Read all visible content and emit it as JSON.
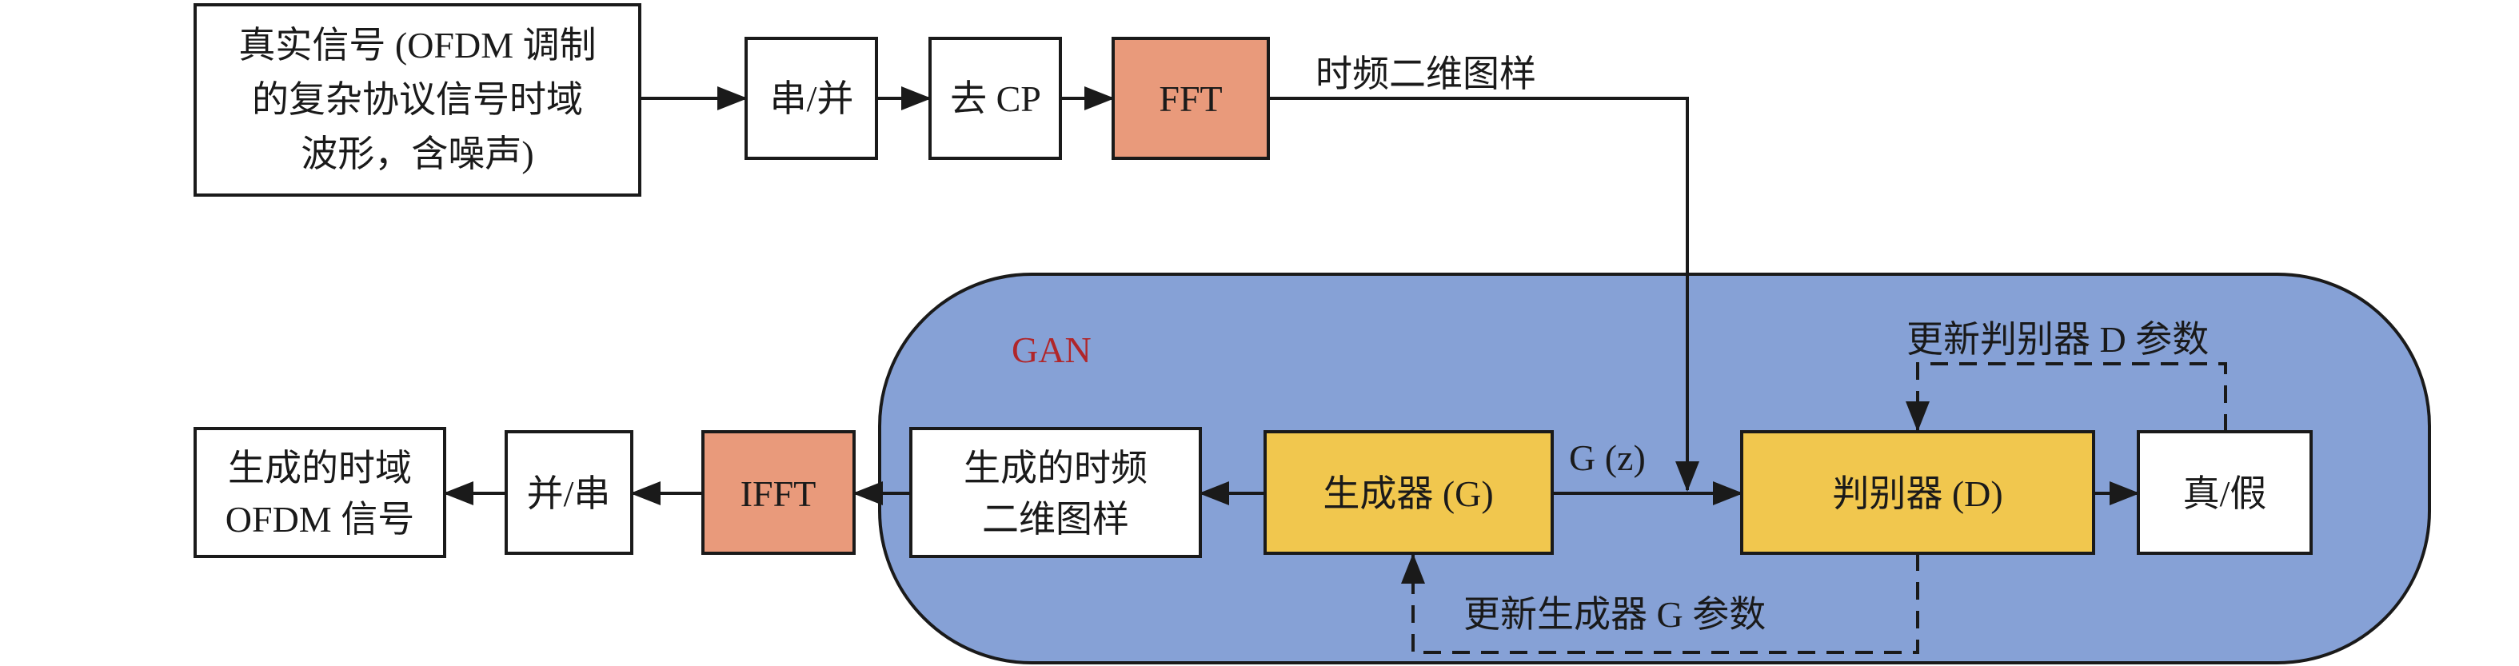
{
  "input_block": {
    "lines": [
      "真实信号 (OFDM 调制",
      "的复杂协议信号时域",
      "波形，含噪声)"
    ]
  },
  "pipeline": {
    "serial_to_parallel": "串/并",
    "remove_cp": "去 CP",
    "fft": "FFT",
    "tf_label": "时频二维图样"
  },
  "gan": {
    "label": "GAN",
    "update_d_label": "更新判别器 D 参数",
    "real_fake": "真/假",
    "discriminator": "判别器 (D)",
    "gz_label": "G (z)",
    "generator": "生成器 (G)",
    "update_g_label": "更新生成器 G 参数"
  },
  "output": {
    "generated_tf": [
      "生成的时频",
      "二维图样"
    ],
    "ifft": "IFFT",
    "parallel_to_serial": "并/串",
    "generated_td": [
      "生成的时域",
      "OFDM 信号"
    ]
  },
  "colors": {
    "gan_fill": "#86A1D6",
    "gan_text": "#B0262A",
    "fft_fill": "#E99A7B",
    "ifft_fill": "#E99A7B",
    "generator_fill": "#F1C74E",
    "discriminator_fill": "#F1C74E",
    "plain_fill": "#FFFFFF"
  }
}
